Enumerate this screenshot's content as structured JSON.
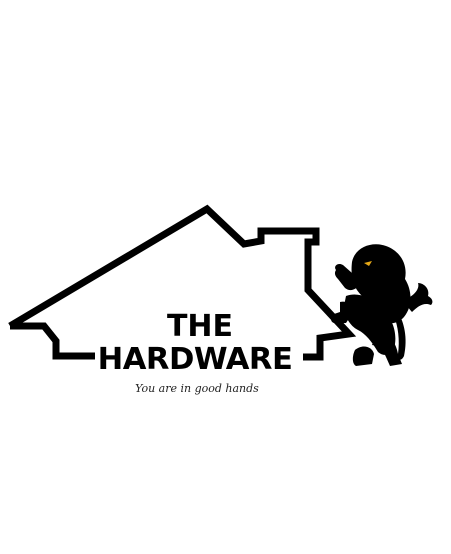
{
  "logo": {
    "line1": "THE",
    "line2": "HARDWARE",
    "tagline": "You are in good hands",
    "icon_house": "house-outline-icon",
    "icon_lion": "rampant-lion-icon"
  },
  "colors": {
    "background": "#ffffff",
    "ink": "#000000",
    "lion_eye": "#e6a817"
  }
}
